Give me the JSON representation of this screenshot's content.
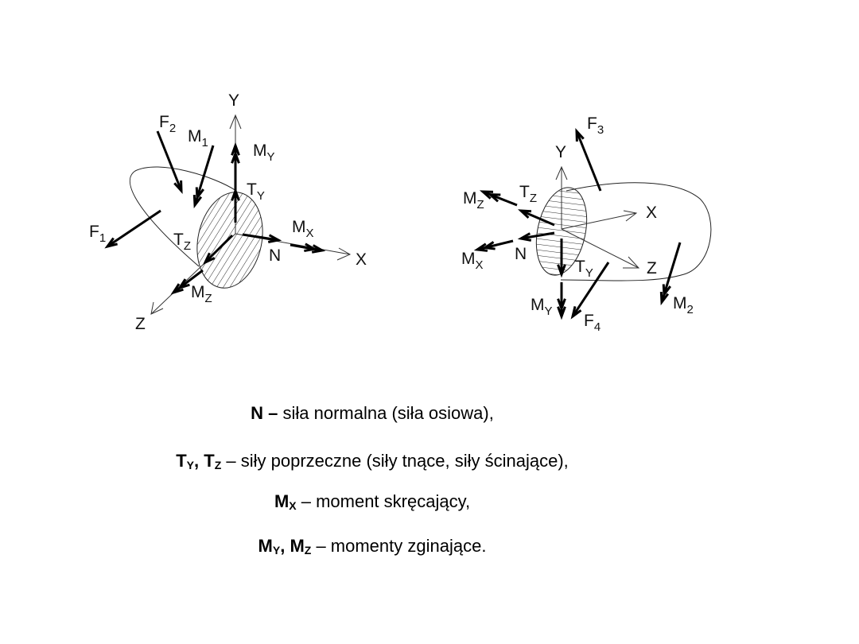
{
  "left_diagram": {
    "labels": {
      "Y": "Y",
      "X": "X",
      "Z": "Z",
      "F2": [
        "F",
        "2"
      ],
      "M1": [
        "M",
        "1"
      ],
      "MY": [
        "M",
        "Y"
      ],
      "TY": [
        "T",
        "Y"
      ],
      "F1": [
        "F",
        "1"
      ],
      "TZ": [
        "T",
        "Z"
      ],
      "MX": [
        "M",
        "X"
      ],
      "N": "N",
      "MZ": [
        "M",
        "Z"
      ]
    }
  },
  "right_diagram": {
    "labels": {
      "Y": "Y",
      "X": "X",
      "Z": "Z",
      "F3": [
        "F",
        "3"
      ],
      "TZ": [
        "T",
        "Z"
      ],
      "MZ": [
        "M",
        "Z"
      ],
      "N": "N",
      "MX": [
        "M",
        "X"
      ],
      "TY": [
        "T",
        "Y"
      ],
      "MY": [
        "M",
        "Y"
      ],
      "F4": [
        "F",
        "4"
      ],
      "M2": [
        "M",
        "2"
      ]
    }
  },
  "legend": [
    {
      "sym": [
        [
          "N",
          ""
        ]
      ],
      "sep": " – ",
      "text": "siła normalna (siła osiowa),"
    },
    {
      "sym": [
        [
          "T",
          "Y"
        ],
        [
          "T",
          "Z"
        ]
      ],
      "sep": " – ",
      "text": "siły poprzeczne (siły tnące, siły ścinające),"
    },
    {
      "sym": [
        [
          "M",
          "X"
        ]
      ],
      "sep": " – ",
      "text": "moment skręcający,"
    },
    {
      "sym": [
        [
          "M",
          "Y"
        ],
        [
          "M",
          "Z"
        ]
      ],
      "sep": " – ",
      "text": "momenty zginające."
    }
  ]
}
